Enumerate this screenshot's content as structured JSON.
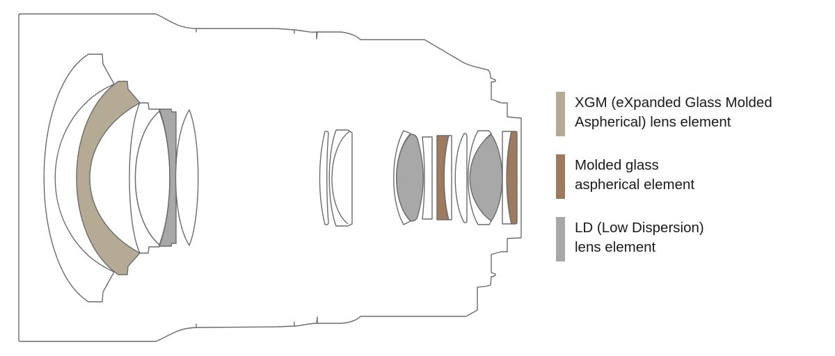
{
  "colors": {
    "xgm": "#b5ab94",
    "molded": "#9e7b5e",
    "ld": "#a8a8a8",
    "outline": "#6a6a6a"
  },
  "legend": [
    {
      "line1": "XGM (eXpanded Glass Molded",
      "line2": "Aspherical) lens element",
      "color": "#b5ab94"
    },
    {
      "line1": "Molded glass",
      "line2": "aspherical element",
      "color": "#9e7b5e"
    },
    {
      "line1": "LD (Low Dispersion)",
      "line2": "lens element",
      "color": "#a8a8a8"
    }
  ]
}
